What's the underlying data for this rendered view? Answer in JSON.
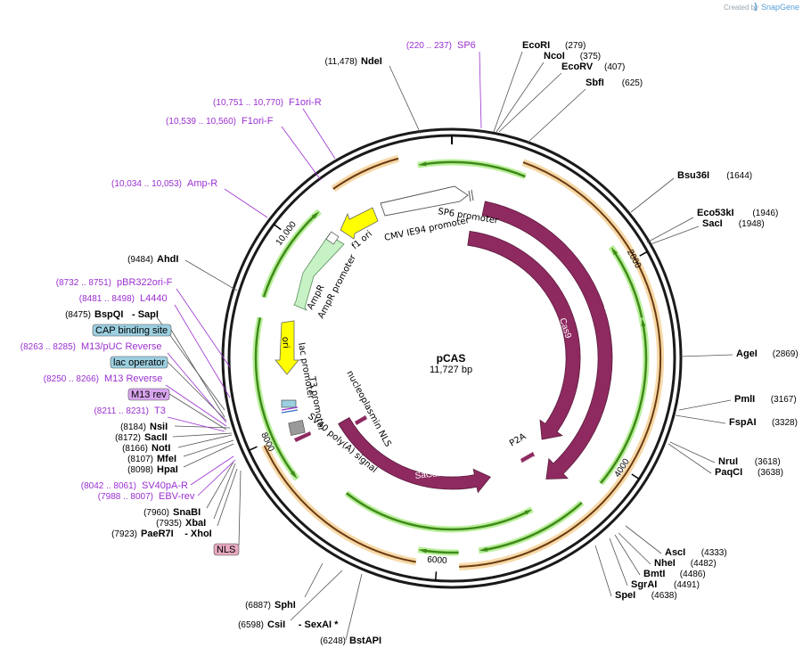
{
  "watermark": {
    "created_by": "Created by",
    "brand": "SnapGene"
  },
  "plasmid": {
    "name": "pCAS",
    "size_label": "11,727 bp",
    "total_bp": 11727
  },
  "ticks": [
    {
      "bp": 2000,
      "label": "2000"
    },
    {
      "bp": 4000,
      "label": "4000"
    },
    {
      "bp": 6000,
      "label": "6000"
    },
    {
      "bp": 8000,
      "label": "8000"
    },
    {
      "bp": 10000,
      "label": "10,000"
    }
  ],
  "sites": [
    {
      "name": "EcoRI",
      "pos": "(279)"
    },
    {
      "name": "NcoI",
      "pos": "(375)"
    },
    {
      "name": "EcoRV",
      "pos": "(407)"
    },
    {
      "name": "SbfI",
      "pos": "(625)"
    },
    {
      "name": "Bsu36I",
      "pos": "(1644)"
    },
    {
      "name": "Eco53kI",
      "pos": "(1946)"
    },
    {
      "name": "SacI",
      "pos": "(1948)"
    },
    {
      "name": "AgeI",
      "pos": "(2869)"
    },
    {
      "name": "PmlI",
      "pos": "(3167)"
    },
    {
      "name": "FspAI",
      "pos": "(3328)"
    },
    {
      "name": "NruI",
      "pos": "(3618)"
    },
    {
      "name": "PaqCI",
      "pos": "(3638)"
    },
    {
      "name": "AscI",
      "pos": "(4333)"
    },
    {
      "name": "NheI",
      "pos": "(4482)"
    },
    {
      "name": "BmtI",
      "pos": "(4486)"
    },
    {
      "name": "SgrAI",
      "pos": "(4491)"
    },
    {
      "name": "SpeI",
      "pos": "(4638)"
    },
    {
      "name": "BstAPI",
      "pos": "(6248)"
    },
    {
      "name": "CsiI",
      "pos": "(6598)",
      "sep": "- SexAI *"
    },
    {
      "name": "SphI",
      "pos": "(6887)"
    },
    {
      "name": "PaeR7I",
      "pos": "(7923)",
      "sep": "- XhoI"
    },
    {
      "name": "XbaI",
      "pos": "(7935)"
    },
    {
      "name": "SnaBI",
      "pos": "(7960)"
    },
    {
      "name": "HpaI",
      "pos": "(8098)"
    },
    {
      "name": "MfeI",
      "pos": "(8107)"
    },
    {
      "name": "NotI",
      "pos": "(8166)"
    },
    {
      "name": "SacII",
      "pos": "(8172)"
    },
    {
      "name": "NsiI",
      "pos": "(8184)"
    },
    {
      "name": "BspQI",
      "pos": "(8475)",
      "sep": "- SapI"
    },
    {
      "name": "AhdI",
      "pos": "(9484)"
    },
    {
      "name": "NdeI",
      "pos": "(11,478)"
    }
  ],
  "primers": [
    {
      "name": "SP6",
      "pos": "(220 .. 237)"
    },
    {
      "name": "F1ori-R",
      "pos": "(10,751 .. 10,770)"
    },
    {
      "name": "F1ori-F",
      "pos": "(10,539 .. 10,560)"
    },
    {
      "name": "Amp-R",
      "pos": "(10,034 .. 10,053)"
    },
    {
      "name": "pBR322ori-F",
      "pos": "(8732 .. 8751)"
    },
    {
      "name": "L4440",
      "pos": "(8481 .. 8498)"
    },
    {
      "name": "M13/pUC Reverse",
      "pos": "(8263 .. 8285)"
    },
    {
      "name": "M13 Reverse",
      "pos": "(8250 .. 8266)"
    },
    {
      "name": "T3",
      "pos": "(8211 .. 8231)"
    },
    {
      "name": "SV40pA-R",
      "pos": "(8042 .. 8061)"
    },
    {
      "name": "EBV-rev",
      "pos": "(7988 .. 8007)"
    }
  ],
  "boxed_features": [
    {
      "label": "CAP binding site",
      "color": "#9ccfe0"
    },
    {
      "label": "lac operator",
      "color": "#9ccfe0"
    },
    {
      "label": "M13 rev",
      "color": "#d9a5ef"
    },
    {
      "label": "NLS",
      "color": "#e6a8bf"
    }
  ],
  "features": {
    "sp6_promoter": "SP6 promoter",
    "cmv_promoter": "CMV IE94 promoter",
    "f1_ori": "f1 ori",
    "ampr": "AmpR",
    "ampr_promoter": "AmpR promoter",
    "ori": "ori",
    "lac_promoter": "lac promoter",
    "t3_promoter": "T3 promoter",
    "sv40_polya": "SV40 poly(A) signal",
    "nucleoplasmin_nls": "nucleoplasmin NLS",
    "p2a": "P2A",
    "cas9_outer": "Cas9",
    "cas9_inner": "Cas9",
    "sacas9": "SaCas9"
  },
  "colors": {
    "cas9": "#8e2a60",
    "orf_orange": "#e39a3a",
    "orf_green": "#3f8a1a",
    "ori_yellow": "#ffff00",
    "ampr_green": "#c6f2c6",
    "promoter_white": "#ffffff",
    "backbone": "#1a1a1a"
  }
}
